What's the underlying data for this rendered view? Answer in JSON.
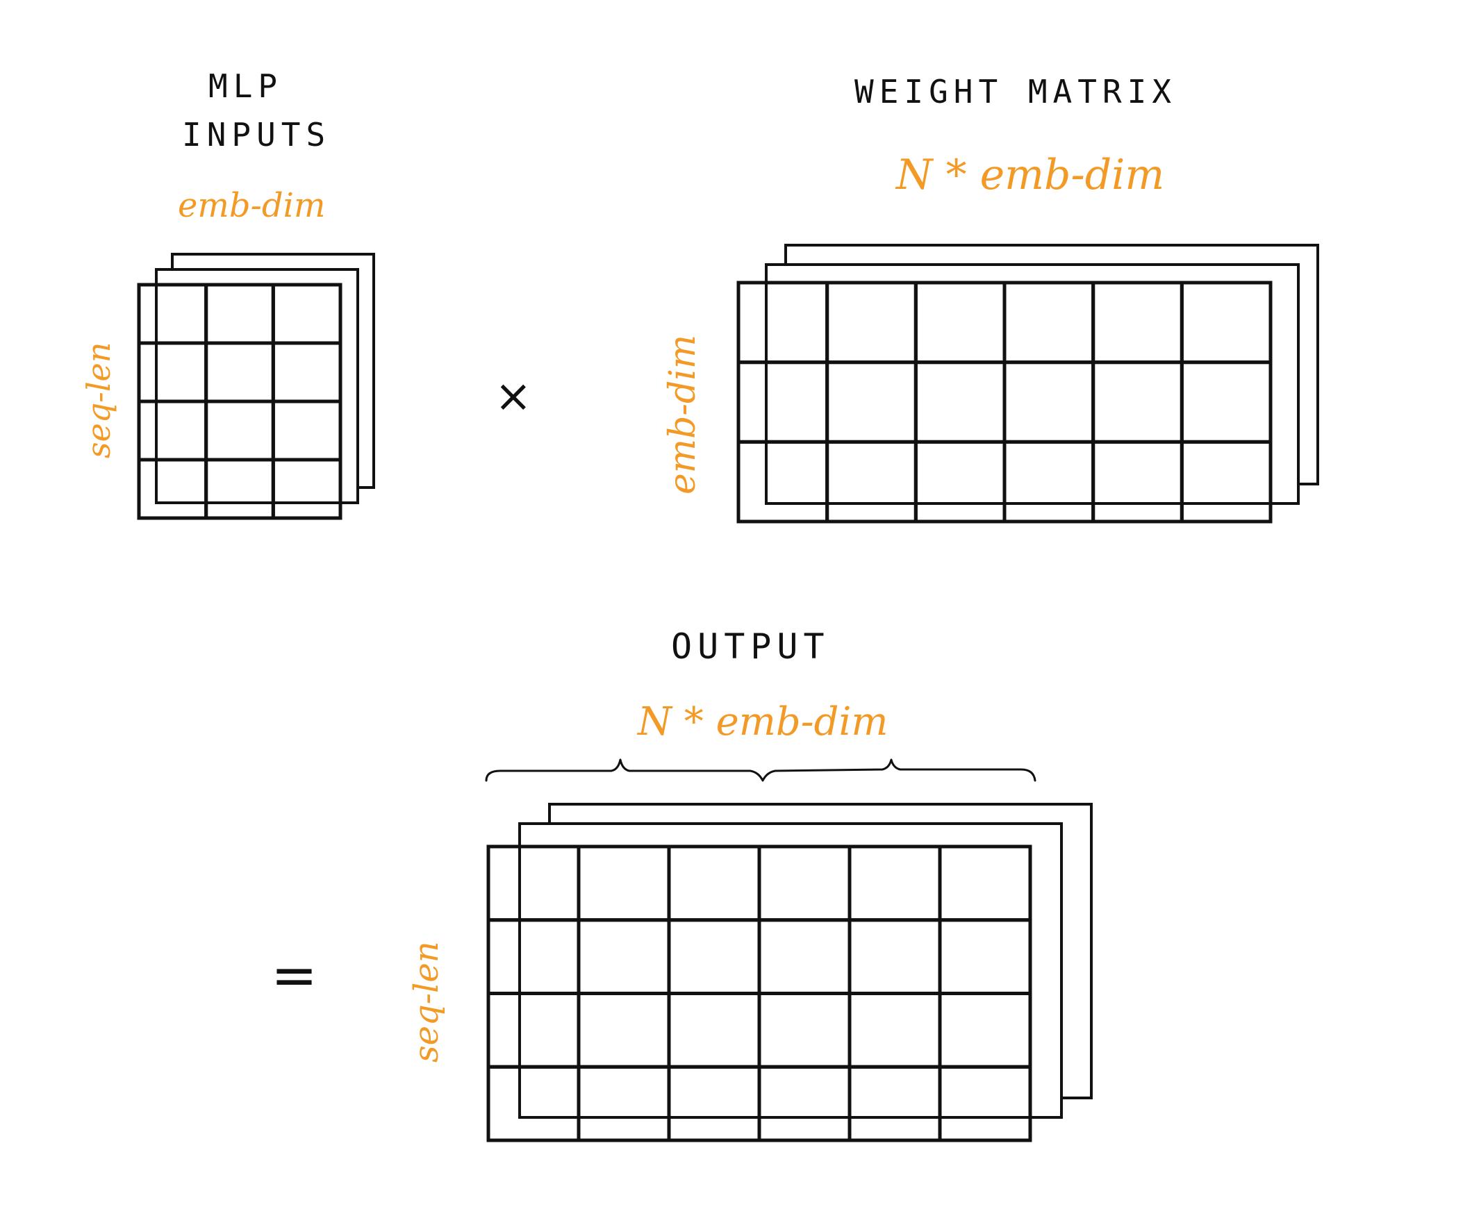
{
  "colors": {
    "ink": "#111111",
    "accent": "#f39a26",
    "background": "#ffffff"
  },
  "inputs": {
    "title_line1": "MLP",
    "title_line2": "INPUTS",
    "col_label": "emb-dim",
    "row_label": "seq-len",
    "rows": 4,
    "cols": 3
  },
  "operator_multiply": "×",
  "weights": {
    "title": "WEIGHT MATRIX",
    "col_label": "N * emb-dim",
    "row_label": "emb-dim",
    "rows": 3,
    "cols": 6
  },
  "operator_equals": "=",
  "output": {
    "title": "OUTPUT",
    "col_label": "N * emb-dim",
    "row_label": "seq-len",
    "rows": 4,
    "cols": 6
  }
}
